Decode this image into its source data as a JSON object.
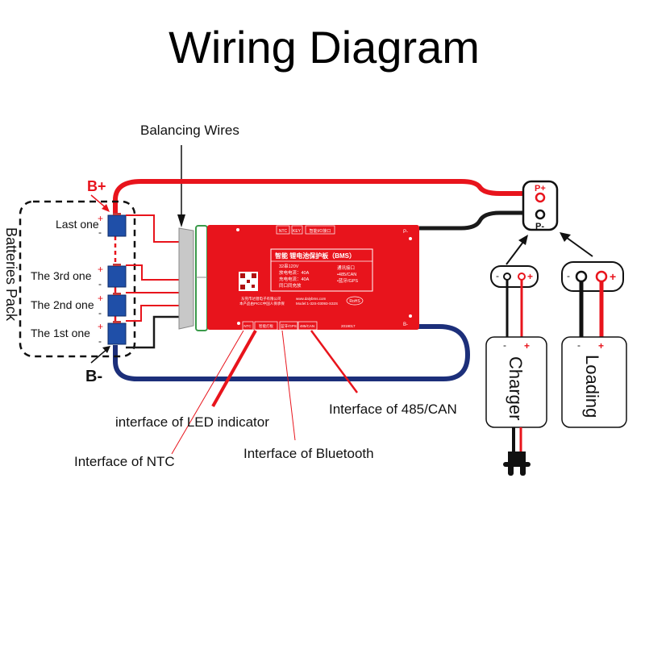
{
  "title": "Wiring Diagram",
  "colors": {
    "positive_wire": "#e8141c",
    "negative_wire": "#1a1a1a",
    "b_minus_wire": "#1c2f7a",
    "battery": "#1f4fa8",
    "board": "#e8141c",
    "connector": "#c8c8c8"
  },
  "labels": {
    "balancing_wires": "Balancing Wires",
    "batteries_pack": "Batteries Pack",
    "b_plus": "B+",
    "b_minus": "B-",
    "p_plus": "P+",
    "p_minus": "P-",
    "interface_ntc": "Interface of NTC",
    "interface_led": "interface of LED indicator",
    "interface_bluetooth": "Interface of Bluetooth",
    "interface_485": "Interface of 485/CAN",
    "charger": "Charger",
    "loading": "Loading",
    "plus": "+",
    "minus": "-"
  },
  "batteries": [
    {
      "label": "Last one"
    },
    {
      "label": "The 3rd one"
    },
    {
      "label": "The 2nd one"
    },
    {
      "label": "The 1st one"
    }
  ],
  "board": {
    "top_ports": [
      "NTC",
      "KEY",
      "智能I/O接口"
    ],
    "bottom_ports": [
      "NTC",
      "智能灯板",
      "蓝牙/GPS",
      "485/CAN"
    ],
    "title": "智能 锂电池保护板（BMS）",
    "specs": [
      "32串120V",
      "放电电流：40A",
      "充电电流：40A",
      "同口同充放"
    ],
    "comm_title": "通讯接口",
    "comm_items": [
      "•485/CAN",
      "•蓝牙/GPS"
    ],
    "company": "东莞市达锂电子有限公司",
    "made_in": "本产品由PICC中国人保承保",
    "website": "www.dalybms.com",
    "model": "Model:1-32S-03093-S32S",
    "rohs": "RoHS",
    "date": "2019017",
    "p_minus_mark": "P-",
    "b_minus_mark": "B-"
  }
}
